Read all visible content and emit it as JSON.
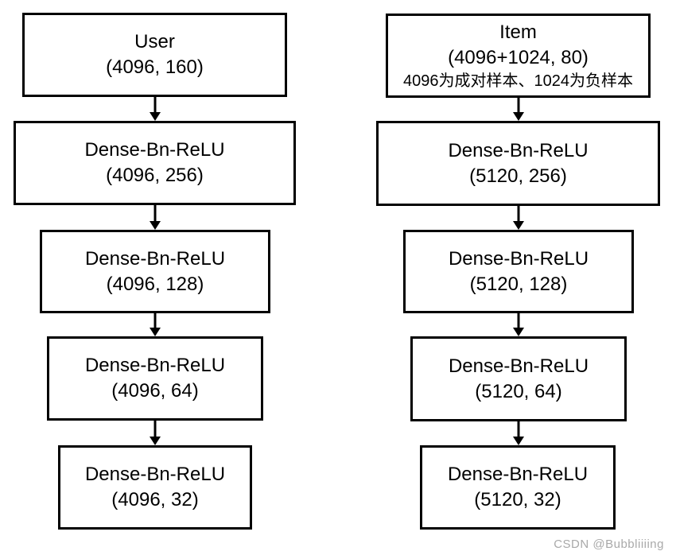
{
  "diagram": {
    "type": "two-tower-network-flowchart",
    "colors": {
      "background": "#ffffff",
      "box_border": "#000000",
      "box_fill": "#ffffff",
      "text": "#000000",
      "arrow": "#000000",
      "watermark": "#a9a9a9"
    },
    "towers": [
      {
        "name": "user-tower",
        "boxes": [
          {
            "title": "User",
            "shape": "(4096, 160)"
          },
          {
            "title": "Dense-Bn-ReLU",
            "shape": "(4096, 256)"
          },
          {
            "title": "Dense-Bn-ReLU",
            "shape": "(4096, 128)"
          },
          {
            "title": "Dense-Bn-ReLU",
            "shape": "(4096, 64)"
          },
          {
            "title": "Dense-Bn-ReLU",
            "shape": "(4096, 32)"
          }
        ]
      },
      {
        "name": "item-tower",
        "boxes": [
          {
            "title": "Item",
            "shape": "(4096+1024, 80)",
            "note": "4096为成对样本、1024为负样本"
          },
          {
            "title": "Dense-Bn-ReLU",
            "shape": "(5120, 256)"
          },
          {
            "title": "Dense-Bn-ReLU",
            "shape": "(5120, 128)"
          },
          {
            "title": "Dense-Bn-ReLU",
            "shape": "(5120, 64)"
          },
          {
            "title": "Dense-Bn-ReLU",
            "shape": "(5120, 32)"
          }
        ]
      }
    ],
    "watermark": "CSDN @Bubbliiiing"
  }
}
